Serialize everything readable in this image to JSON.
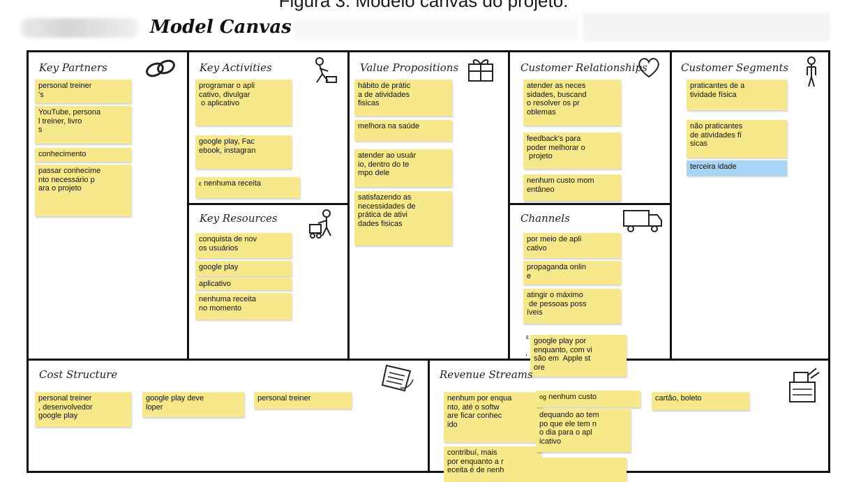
{
  "figure_caption": "Figura 3: Modelo canvas do projeto.",
  "canvas_title": "Model Canvas",
  "sections": {
    "key_partners": {
      "title": "Key Partners",
      "icon": "chain-links-icon",
      "notes": [
        "personal treiner\n's",
        "YouTube, persona\nl treiner, livro\ns",
        "conhecimento",
        "passar conhecime\nnto necessário p\nara o projeto"
      ]
    },
    "key_activities": {
      "title": "Key Activities",
      "icon": "person-working-icon",
      "notes": [
        "programar o apli\ncativo, divulgar\n o aplicativo",
        "google play, Fac\nebook, instagran",
        "nenhuma receita"
      ],
      "stray_marks": [
        "ε"
      ]
    },
    "key_resources": {
      "title": "Key Resources",
      "icon": "person-with-cart-icon",
      "notes": [
        "conquista de nov\nos usuários",
        "google play",
        "aplicativo",
        "nenhuma receita\nno momento"
      ]
    },
    "value_propositions": {
      "title": "Value Propositions",
      "icon": "gift-box-icon",
      "notes": [
        "hábito de prátic\na de atividades\nfisicas",
        "melhora na saúde",
        "atender ao usuár\nio, dentro do te\nmpo dele",
        "satisfazendo as\nnecessidades de\nprática de ativi\ndades fisicas"
      ]
    },
    "customer_relationships": {
      "title": "Customer Relationships",
      "icon": "heart-icon",
      "notes": [
        "atender as neces\nsidades, buscand\no resolver os pr\noblemas",
        "feedback's para\npoder melhorar o\n projeto",
        "nenhum custo mom\nentâneo"
      ]
    },
    "channels": {
      "title": "Channels",
      "icon": "truck-icon",
      "notes": [
        "por meio de apli\ncativo",
        "propaganda onlin\ne",
        "atingir o máximo\n de pessoas poss\níveis",
        "google play por\nenquanto, com vi\nsão em  Apple st\nore"
      ],
      "stray_marks": [
        "ε",
        ","
      ]
    },
    "customer_segments": {
      "title": "Customer Segments",
      "icon": "standing-person-icon",
      "notes": [
        "praticantes de a\ntividade física",
        "não praticantes\nde atividades fí\nsicas",
        "terceira idade"
      ]
    },
    "cost_structure": {
      "title": "Cost Structure",
      "icon": "document-icon",
      "notes": [
        "personal treiner\n, desenvolvedor\ngoogle play",
        "google play deve\nloper",
        "personal treiner"
      ]
    },
    "revenue_streams": {
      "title": "Revenue Streams",
      "icon": "cash-register-icon",
      "notes": [
        "nenhum por enqua\nnto, até o softw\nare ficar conhec\nido",
        "contribuí, mais\npor enquanto a r\neceita é de nenh",
        "nenhum custo",
        "dequando ao tem\npo que ele tem n\no dia para o apl\nicativo",
        "cartão, boleto",
        ""
      ],
      "stray_marks": [
        "og"
      ]
    }
  },
  "colors": {
    "note_yellow": "#f7e98a",
    "note_blue": "#a8d4f6",
    "border": "#111111"
  }
}
